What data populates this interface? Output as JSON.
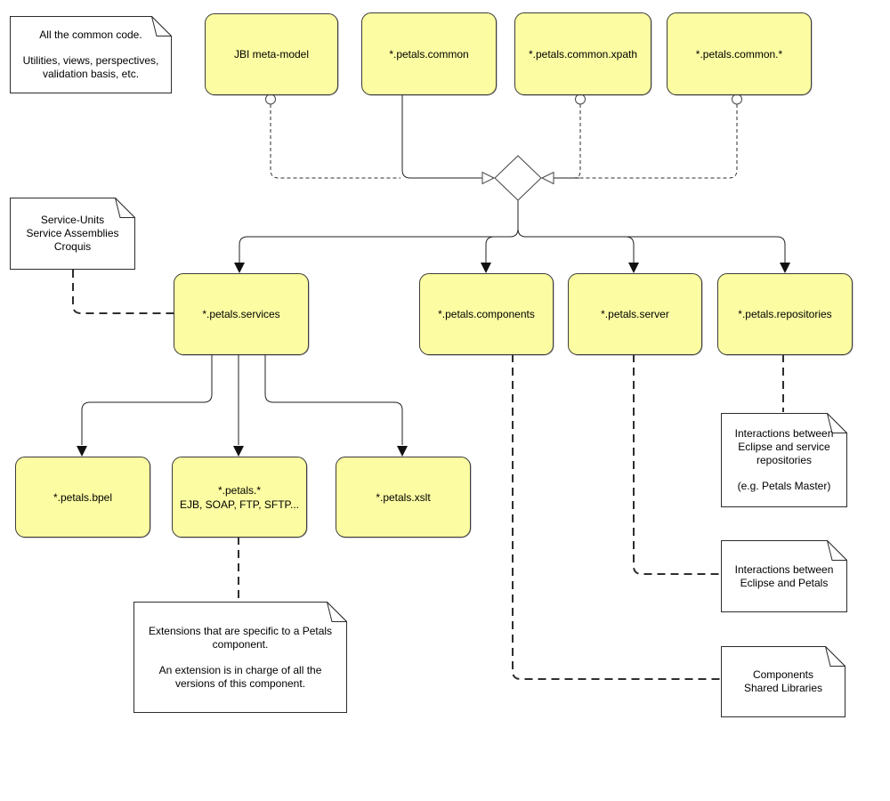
{
  "diagram": {
    "kind": "package-dependency-diagram",
    "colors": {
      "package_fill": "#fcfca2",
      "package_border": "#3c3c3c",
      "note_fill": "#ffffff",
      "note_border": "#2b2b2b",
      "line": "#1f1f1f",
      "background": "#ffffff"
    }
  },
  "boxes": {
    "jbi": {
      "label": "JBI meta-model"
    },
    "common": {
      "label": "*.petals.common"
    },
    "common_xpath": {
      "label": "*.petals.common.xpath"
    },
    "common_star": {
      "label": "*.petals.common.*"
    },
    "services": {
      "label": "*.petals.services"
    },
    "components": {
      "label": "*.petals.components"
    },
    "server": {
      "label": "*.petals.server"
    },
    "repositories": {
      "label": "*.petals.repositories"
    },
    "bpel": {
      "label": "*.petals.bpel"
    },
    "petals_star": {
      "label": "*.petals.*",
      "sublabel": "EJB, SOAP, FTP, SFTP..."
    },
    "xslt": {
      "label": "*.petals.xslt"
    }
  },
  "notes": {
    "all_common": {
      "para1": [
        "All the common code."
      ],
      "para2": [
        "Utilities, views, perspectives,",
        "validation basis, etc."
      ]
    },
    "service_units": {
      "para1": [
        "Service-Units",
        "Service Assemblies",
        "Croquis"
      ]
    },
    "repo_interactions": {
      "para1": [
        "Interactions between",
        "Eclipse and service",
        "repositories"
      ],
      "para2": [
        "(e.g. Petals Master)"
      ]
    },
    "petals_interactions": {
      "para1": [
        "Interactions between",
        "Eclipse and Petals"
      ]
    },
    "components_shared": {
      "para1": [
        "Components",
        "Shared Libraries"
      ]
    },
    "extensions": {
      "para1": [
        "Extensions that are specific to a Petals",
        "component."
      ],
      "para2": [
        "An extension is in charge of all the",
        "versions of this component."
      ]
    }
  }
}
